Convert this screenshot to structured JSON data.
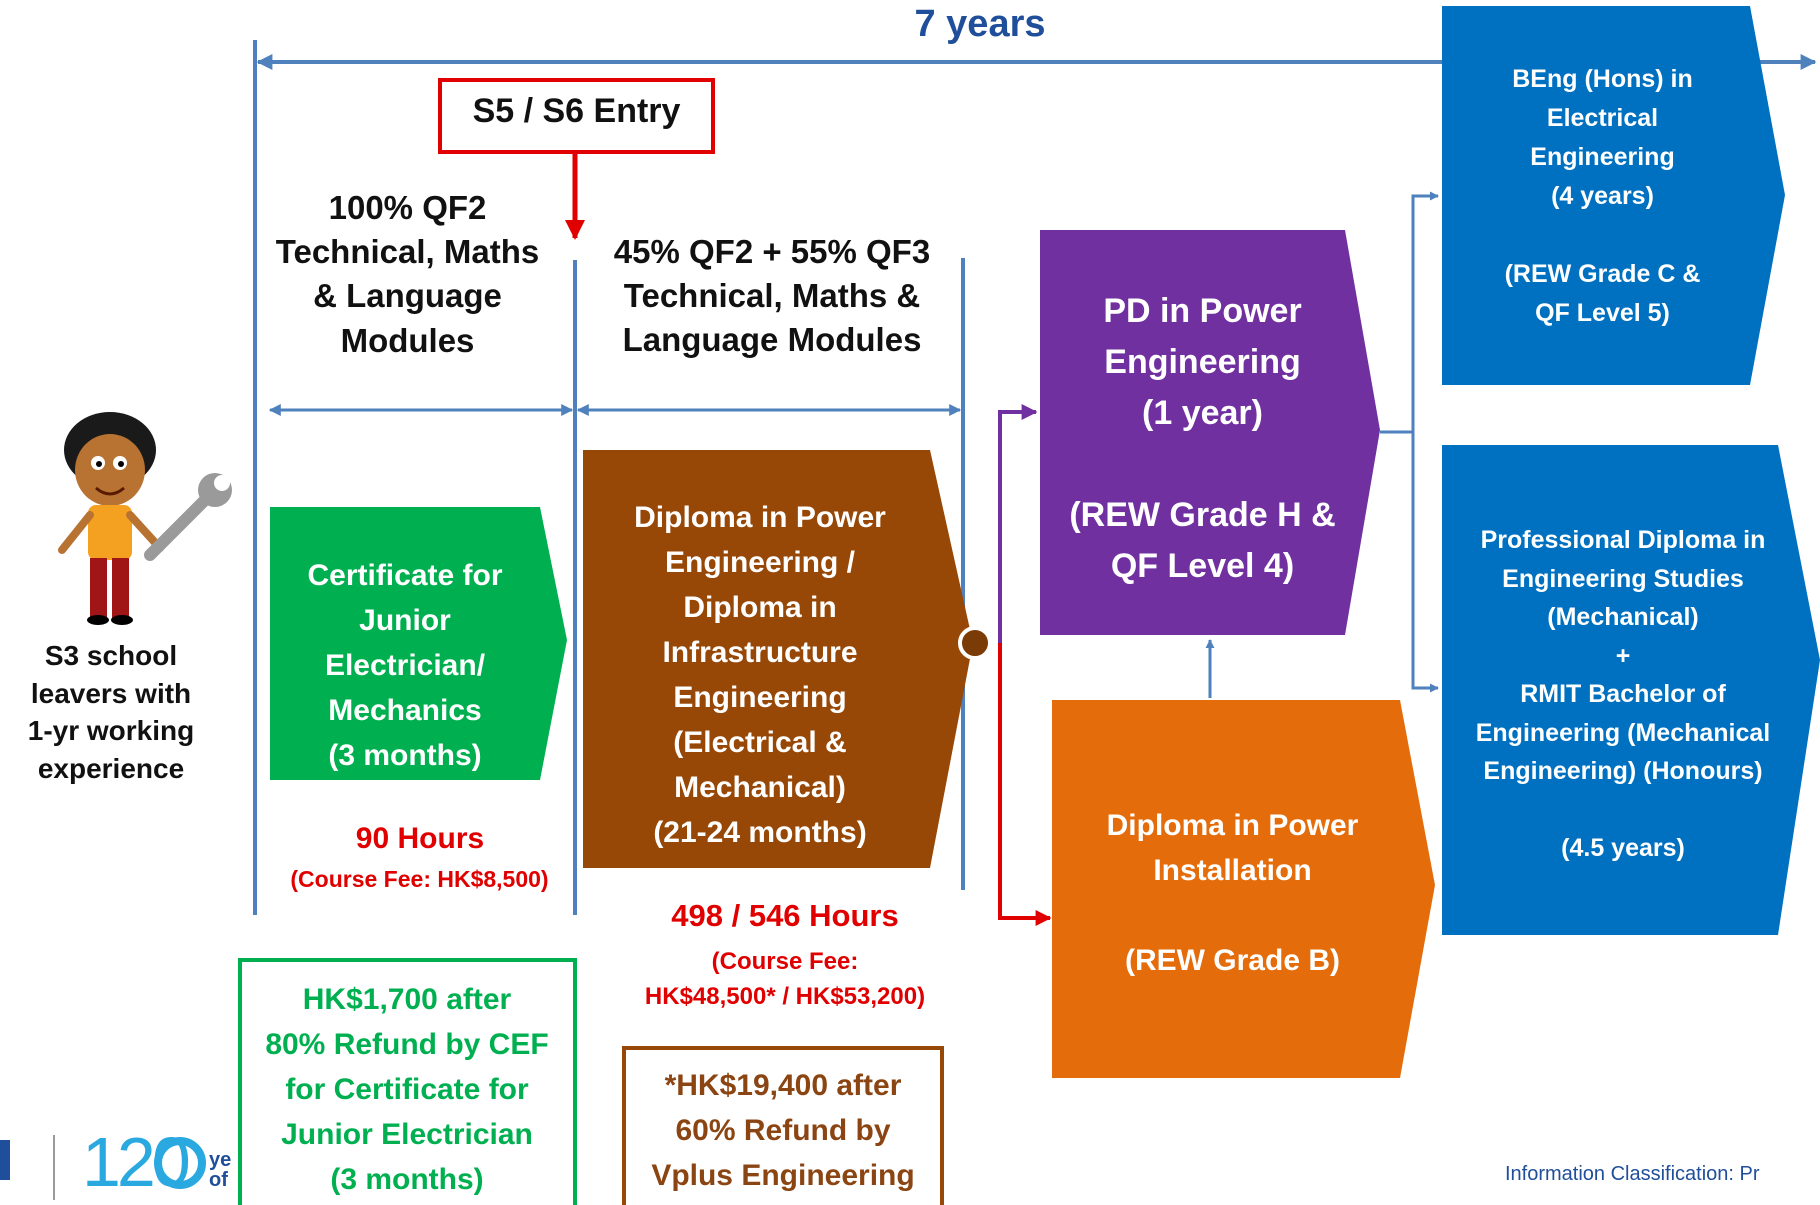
{
  "header": {
    "duration": "7 years"
  },
  "entry_label": "S5 / S6 Entry",
  "stages": {
    "qf2_only": "100% QF2\nTechnical, Maths\n& Language\nModules",
    "qf2_qf3": "45% QF2 +  55% QF3\nTechnical, Maths &\nLanguage Modules"
  },
  "student": {
    "label": "S3 school\nleavers with\n1-yr working\nexperience"
  },
  "programmes": {
    "certificate": "Certificate for\nJunior\nElectrician/\nMechanics\n(3 months)",
    "diploma": "Diploma in Power\nEngineering /\nDiploma in\nInfrastructure\nEngineering\n(Electrical &\nMechanical)\n(21-24 months)",
    "pd_power": "PD in Power\nEngineering\n(1 year)\n\n(REW Grade H &\nQF Level 4)",
    "power_installation": "Diploma in Power\nInstallation\n\n(REW Grade B)",
    "beng": "BEng (Hons) in\nElectrical\nEngineering\n(4 years)\n\n(REW Grade C &\nQF Level 5)",
    "pd_mech": "Professional Diploma in\nEngineering Studies\n(Mechanical)\n+\nRMIT Bachelor of\nEngineering (Mechanical\nEngineering) (Honours)\n\n(4.5 years)"
  },
  "fees": {
    "cert_hours": "90 Hours",
    "cert_fee": "(Course Fee: HK$8,500)",
    "dip_hours": "498 / 546 Hours",
    "dip_fee": "(Course Fee:\nHK$48,500* / HK$53,200)"
  },
  "refunds": {
    "cef": "HK$1,700 after\n80% Refund by CEF\nfor Certificate for\nJunior Electrician\n(3 months)",
    "vplus": "*HK$19,400 after\n60% Refund by\nVplus Engineering"
  },
  "footer": {
    "logo_number": "120",
    "logo_suffix": "ye\nof",
    "classification": "Information Classification: Pr"
  },
  "colors": {
    "line_blue": "#4f81bd",
    "header_blue": "#1f4e9a",
    "green": "#00b050",
    "brown": "#974706",
    "purple": "#7030a0",
    "orange": "#e46c0a",
    "blue_box": "#0070c0",
    "red": "#e00000",
    "refund_brown": "#8b4513"
  }
}
